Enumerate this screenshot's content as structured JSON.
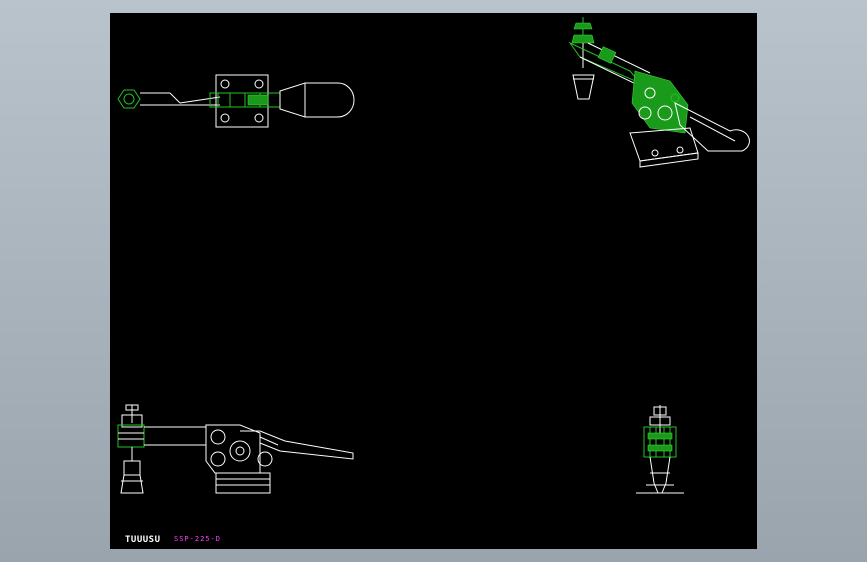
{
  "sheet": {
    "background": "#000000",
    "outline_color": "#ffffff",
    "detail_color": "#22c322",
    "annotation_color": "#ff40ff"
  },
  "title_block": {
    "brand": "TUUUSU",
    "drawing_code": "SSP-225-D"
  },
  "views": [
    {
      "id": "top-view"
    },
    {
      "id": "isometric-view"
    },
    {
      "id": "front-view"
    },
    {
      "id": "side-view"
    }
  ]
}
